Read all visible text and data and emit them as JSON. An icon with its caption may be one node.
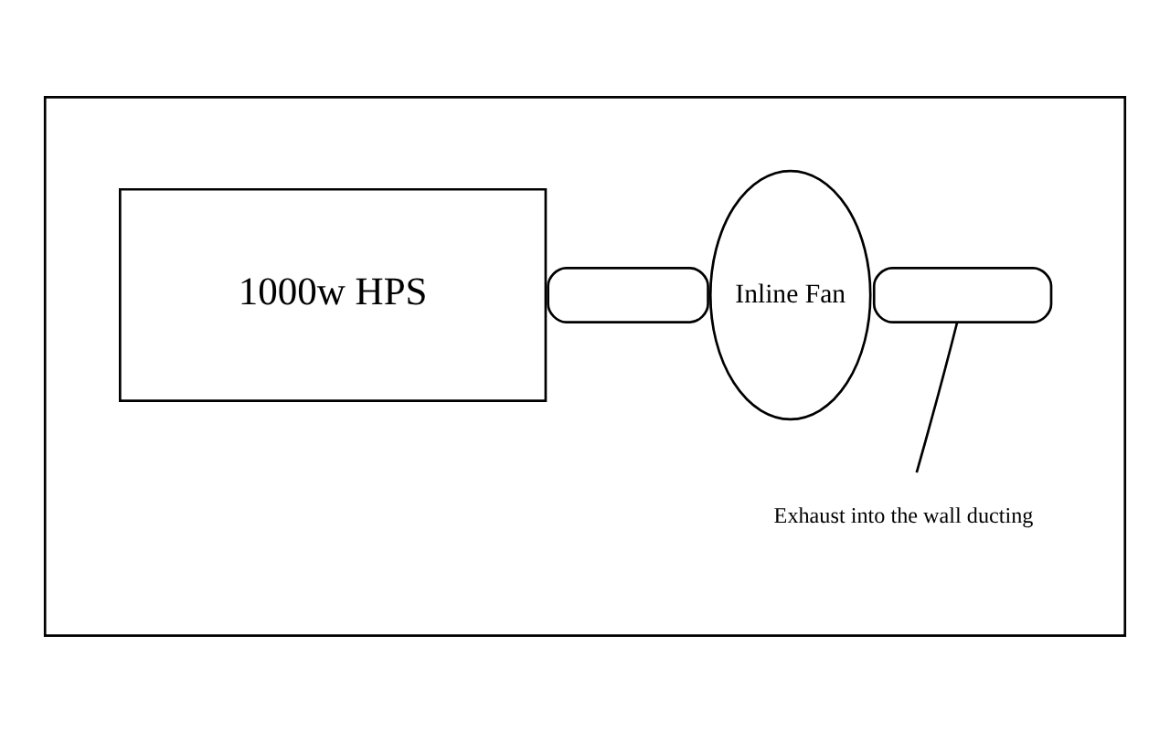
{
  "diagram": {
    "nodes": [
      {
        "text": [],
        "shape": "box"
      },
      {
        "text": [
          "1000w HPS"
        ],
        "in": 0
      },
      {
        "text": [],
        "shape": "box",
        "in": 0
      },
      {
        "text": [
          "Inline Fan"
        ],
        "in": 0
      },
      {
        "text": [],
        "shape": "box",
        "in": 0
      },
      {
        "text": [
          "Exhaust into the wall ducting"
        ],
        "in": 0
      }
    ],
    "edges": [
      {
        "from": 5,
        "to": 4,
        "arrow": "none"
      }
    ]
  }
}
